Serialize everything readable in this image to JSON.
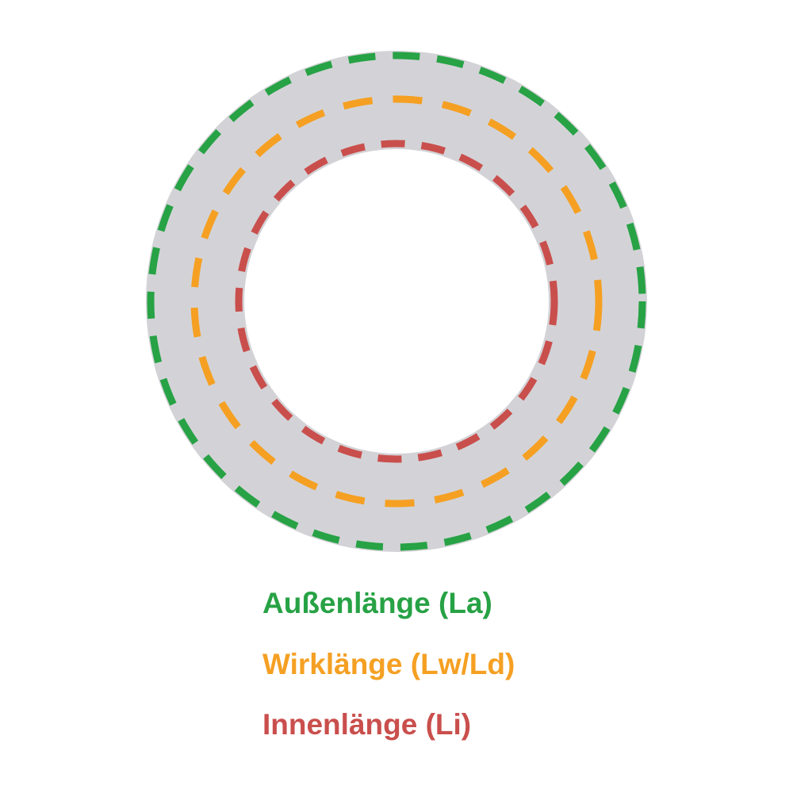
{
  "diagram": {
    "title": "v-belt-length-diagram",
    "labels": {
      "outer": "Außenlänge (La)",
      "effective": "Wirklänge (Lw/Ld)",
      "inner": "Innenlänge (Li)"
    },
    "colors": {
      "outer_green": "#27A245",
      "effective_orange": "#F5A023",
      "inner_red": "#C94F4D",
      "belt_gray": "#D3D3D7",
      "background": "#FFFFFF"
    }
  }
}
